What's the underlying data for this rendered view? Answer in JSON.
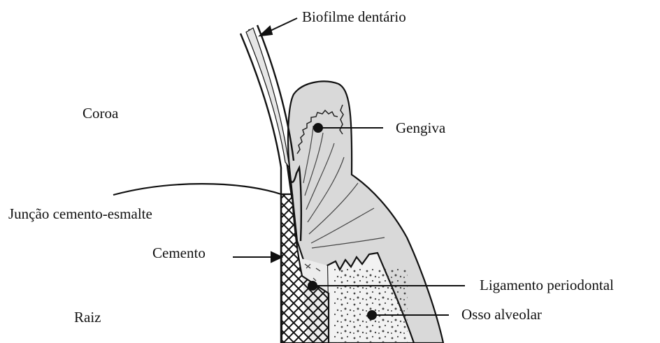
{
  "labels": {
    "biofilm": "Biofilme dentário",
    "crown": "Coroa",
    "gingiva": "Gengiva",
    "cej": "Junção cemento-esmalte",
    "cementum": "Cemento",
    "pdl": "Ligamento periodontal",
    "root": "Raiz",
    "bone": "Osso alveolar"
  }
}
